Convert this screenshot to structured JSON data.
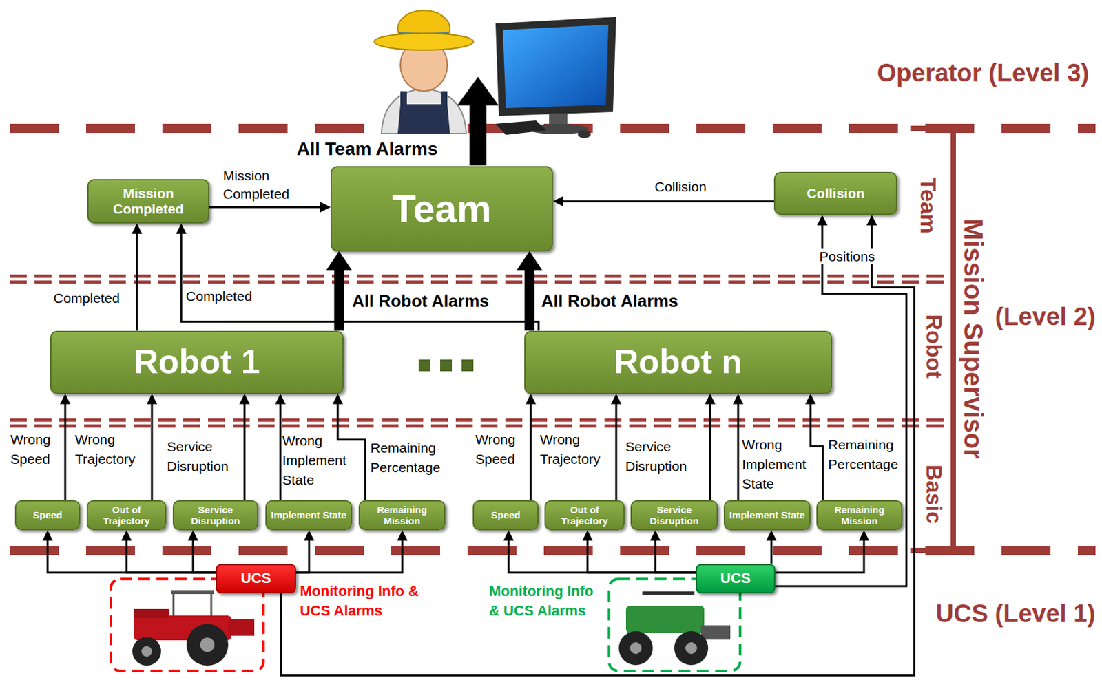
{
  "diagram": {
    "nodes": [
      {
        "text": [
          "Team"
        ]
      },
      {
        "text": [
          "Mission Completed"
        ]
      },
      {
        "text": [
          "Collision"
        ]
      },
      {
        "text": [
          "Robot 1"
        ]
      },
      {
        "text": [
          "Robot n"
        ]
      },
      {
        "text": [
          "Speed"
        ]
      },
      {
        "text": [
          "Out of Trajectory"
        ]
      },
      {
        "text": [
          "Service Disruption"
        ]
      },
      {
        "text": [
          "Implement State"
        ]
      },
      {
        "text": [
          "Remaining Mission"
        ]
      },
      {
        "text": [
          "Speed"
        ]
      },
      {
        "text": [
          "Out of Trajectory"
        ]
      },
      {
        "text": [
          "Service Disruption"
        ]
      },
      {
        "text": [
          "Implement State"
        ]
      },
      {
        "text": [
          "Remaining Mission"
        ]
      },
      {
        "text": [
          "UCS"
        ]
      },
      {
        "text": [
          "UCS"
        ]
      }
    ],
    "edges": [
      {
        "from": 1,
        "to": 0,
        "label": "Mission Completed",
        "arrow": "to"
      },
      {
        "from": 2,
        "to": 0,
        "label": "Collision",
        "arrow": "to"
      },
      {
        "from": 3,
        "to": 1,
        "label": "Completed",
        "arrow": "to"
      },
      {
        "from": 4,
        "to": 1,
        "label": "Completed",
        "arrow": "to"
      },
      {
        "from": 3,
        "to": 0,
        "label": "All Robot Alarms",
        "arrow": "to"
      },
      {
        "from": 4,
        "to": 0,
        "label": "All Robot Alarms",
        "arrow": "to"
      },
      {
        "from": 5,
        "to": 3,
        "label": "Wrong Speed",
        "arrow": "to"
      },
      {
        "from": 6,
        "to": 3,
        "label": "Wrong Trajectory",
        "arrow": "to"
      },
      {
        "from": 7,
        "to": 3,
        "label": "Service Disruption",
        "arrow": "to"
      },
      {
        "from": 8,
        "to": 3,
        "label": "Wrong Implement State",
        "arrow": "to"
      },
      {
        "from": 9,
        "to": 3,
        "label": "Remaining Percentage",
        "arrow": "to"
      },
      {
        "from": 10,
        "to": 4,
        "label": "Wrong Speed",
        "arrow": "to"
      },
      {
        "from": 11,
        "to": 4,
        "label": "Wrong Trajectory",
        "arrow": "to"
      },
      {
        "from": 12,
        "to": 4,
        "label": "Service Disruption",
        "arrow": "to"
      },
      {
        "from": 13,
        "to": 4,
        "label": "Wrong Implement State",
        "arrow": "to"
      },
      {
        "from": 14,
        "to": 4,
        "label": "Remaining Percentage",
        "arrow": "to"
      },
      {
        "from": 15,
        "to": 5,
        "arrow": "to"
      },
      {
        "from": 15,
        "to": 6,
        "arrow": "to"
      },
      {
        "from": 15,
        "to": 7,
        "arrow": "to"
      },
      {
        "from": 15,
        "to": 8,
        "arrow": "to"
      },
      {
        "from": 15,
        "to": 9,
        "arrow": "to"
      },
      {
        "from": 16,
        "to": 10,
        "arrow": "to"
      },
      {
        "from": 16,
        "to": 11,
        "arrow": "to"
      },
      {
        "from": 16,
        "to": 12,
        "arrow": "to"
      },
      {
        "from": 16,
        "to": 13,
        "arrow": "to"
      },
      {
        "from": 16,
        "to": 14,
        "arrow": "to"
      },
      {
        "from": 15,
        "to": 2,
        "arrow": "to"
      },
      {
        "from": 16,
        "to": 2,
        "arrow": "to"
      }
    ],
    "labels": [
      "Operator (Level 3)",
      "All Team Alarms",
      "Positions",
      "Team",
      "Robot",
      "Basic",
      "Mission Supervisor",
      "(Level 2)",
      "UCS (Level 1)",
      "Monitoring Info & UCS Alarms",
      "Monitoring Info & UCS Alarms"
    ]
  }
}
